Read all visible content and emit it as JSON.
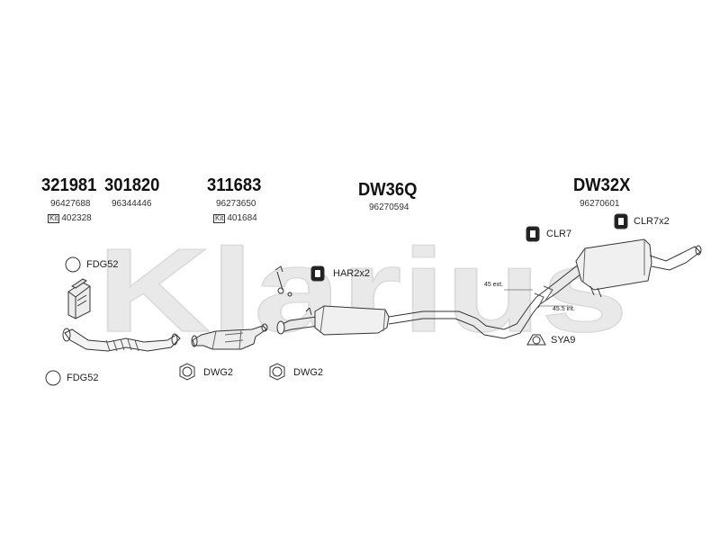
{
  "watermark": {
    "text": "Klarius"
  },
  "groups": [
    {
      "code": "321981",
      "part": "96427688",
      "kit": "402328"
    },
    {
      "code": "301820",
      "part": "96344446"
    },
    {
      "code": "311683",
      "part": "96273650",
      "kit": "401684"
    },
    {
      "code": "DW36Q",
      "part": "96270594"
    },
    {
      "code": "DW32X",
      "part": "96270601"
    }
  ],
  "kit_label": "Kit",
  "fittings": {
    "fdg52_top": "FDG52",
    "fdg52_bottom": "FDG52",
    "dwg2_left": "DWG2",
    "dwg2_right": "DWG2",
    "har2x2": "HAR2x2",
    "clr7": "CLR7",
    "clr7x2": "CLR7x2",
    "sya9": "SYA9"
  },
  "dimensions": {
    "ext": "45 ext.",
    "int": "45.5 int."
  }
}
